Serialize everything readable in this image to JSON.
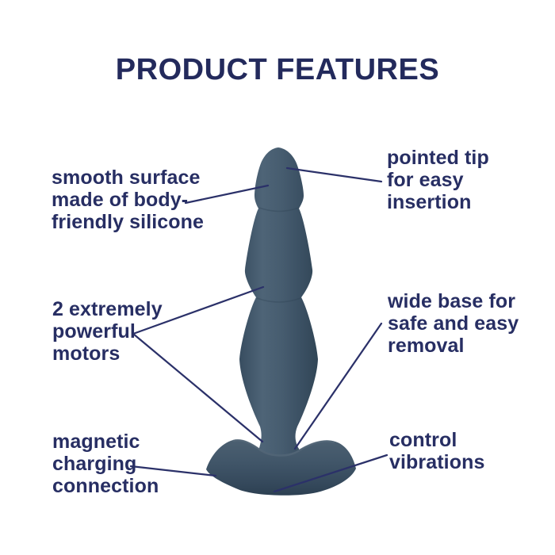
{
  "title": "PRODUCT FEATURES",
  "colors": {
    "text_navy": "#272e63",
    "connector_navy": "#2b3169",
    "product_body": "#44596b",
    "product_highlight": "#52687a",
    "product_shadow": "#2e4254",
    "background": "#ffffff"
  },
  "product": {
    "name": "beaded plug with wide base",
    "icon": "beaded-plug-illustration"
  },
  "labels": {
    "smooth_surface": {
      "lines": [
        "smooth surface",
        "made of body-",
        "friendly silicone"
      ]
    },
    "pointed_tip": {
      "lines": [
        "pointed tip",
        "for easy",
        "insertion"
      ]
    },
    "motors": {
      "lines": [
        "2 extremely",
        "powerful",
        "motors"
      ]
    },
    "wide_base": {
      "lines": [
        "wide base for",
        "safe and easy",
        "removal"
      ]
    },
    "magnetic": {
      "lines": [
        "magnetic",
        "charging",
        "connection"
      ]
    },
    "control": {
      "lines": [
        "control",
        "vibrations"
      ]
    }
  }
}
